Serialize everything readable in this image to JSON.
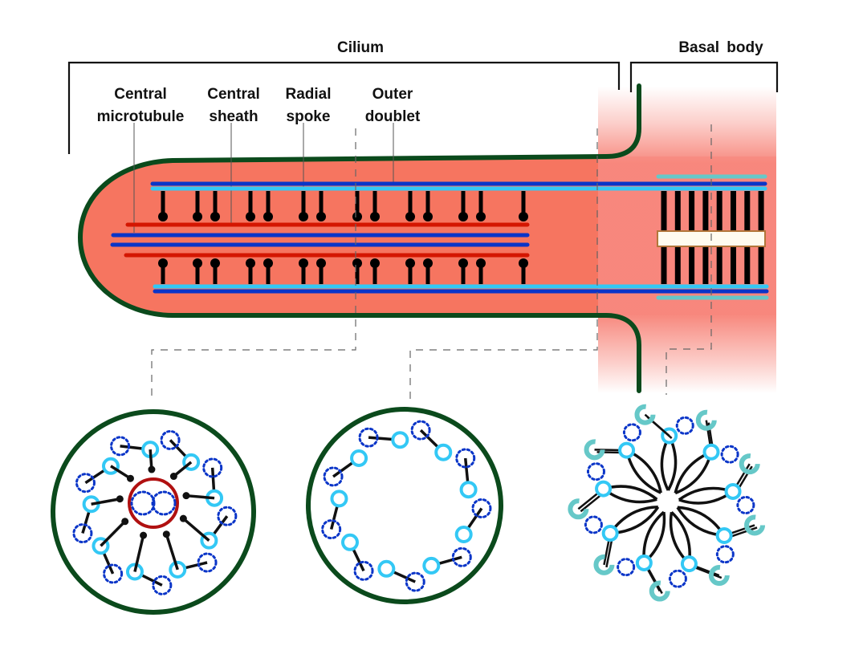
{
  "title": "Cilium and basal body structure",
  "sections": {
    "cilium": "Cilium",
    "basal_body": "Basal body"
  },
  "labels": [
    {
      "id": "central-microtubule",
      "line1": "Central",
      "line2": "microtubule"
    },
    {
      "id": "central-sheath",
      "line1": "Central",
      "line2": "sheath"
    },
    {
      "id": "radial-spoke",
      "line1": "Radial",
      "line2": "spoke"
    },
    {
      "id": "outer-doublet",
      "line1": "Outer",
      "line2": "doublet"
    }
  ],
  "cross_sections": [
    {
      "id": "cilium-9plus2",
      "outer_doublets": 9,
      "central_pair": 2,
      "has_central_sheath": true,
      "has_radial_spokes": true
    },
    {
      "id": "transition-9plus0",
      "outer_doublets": 9,
      "central_pair": 0,
      "has_central_sheath": false,
      "has_radial_spokes": false
    },
    {
      "id": "basal-body-triplets",
      "outer_triplets": 9,
      "cartwheel": true
    }
  ],
  "colors": {
    "membrane": "#0b4a1c",
    "cytoplasm": "#f67560",
    "basal_region": "#f7857a",
    "doublet_dark": "#0a35c8",
    "doublet_light": "#33c8f5",
    "central_sheath": "#d41600",
    "spoke": "#000000",
    "triplet": "#66c8c8",
    "cartwheel_box": "#fffbef",
    "cartwheel_border": "#b2763a",
    "sheath_ring": "#b01010"
  }
}
